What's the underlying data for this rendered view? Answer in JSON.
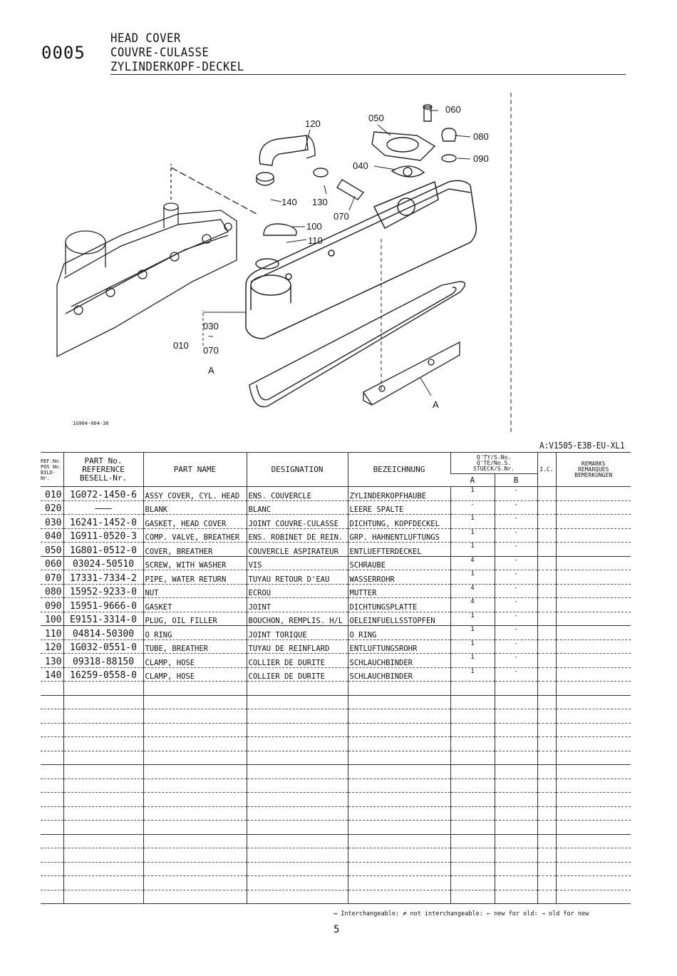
{
  "header": {
    "code": "0005",
    "title_en": "HEAD COVER",
    "title_fr": "COUVRE-CULASSE",
    "title_de": "ZYLINDERKOPF-DECKEL"
  },
  "diagram": {
    "callouts": [
      "120",
      "050",
      "060",
      "080",
      "090",
      "040",
      "140",
      "130",
      "070",
      "100",
      "110",
      "030",
      "~",
      "070",
      "A",
      "010",
      "A"
    ],
    "figure_id": "1G904-004-30"
  },
  "model": "A:V1505-E3B-EU-XL1",
  "table": {
    "headers": {
      "ref": [
        "REF.No.",
        "POS No.",
        "BILD-Nr."
      ],
      "part_no": [
        "PART No.",
        "REFERENCE",
        "BESELL-Nr."
      ],
      "part_name": "PART NAME",
      "designation": "DESIGNATION",
      "bezeichnung": "BEZEICHNUNG",
      "qty": [
        "Q'TY/S.No.",
        "Q'TE/No.S.",
        "STUECK/S.Nr."
      ],
      "qty_a": "A",
      "qty_b": "B",
      "ic": "I.C.",
      "remarks": [
        "REMARKS",
        "REMARQUES",
        "BEMERKUNGEN"
      ]
    },
    "rows": [
      {
        "ref": "010",
        "part_no": "1G072-1450-6",
        "name": "ASSY COVER, CYL. HEAD",
        "des": "ENS. COUVERCLE",
        "bez": "ZYLINDERKOPFHAUBE",
        "a": "1",
        "b": "-"
      },
      {
        "ref": "020",
        "part_no": "———",
        "name": "BLANK",
        "des": "BLANC",
        "bez": "LEERE SPALTE",
        "a": "-",
        "b": "-"
      },
      {
        "ref": "030",
        "part_no": "16241-1452-0",
        "name": "GASKET, HEAD COVER",
        "des": "JOINT COUVRE-CULASSE",
        "bez": "DICHTUNG, KOPFDECKEL",
        "a": "1",
        "b": "-"
      },
      {
        "ref": "040",
        "part_no": "1G911-0520-3",
        "name": "COMP. VALVE, BREATHER",
        "des": "ENS. ROBINET DE REIN.",
        "bez": "GRP. HAHNENTLUFTUNGS",
        "a": "1",
        "b": "-"
      },
      {
        "ref": "050",
        "part_no": "1G801-0512-0",
        "name": "COVER, BREATHER",
        "des": "COUVERCLE ASPIRATEUR",
        "bez": "ENTLUEFTERDECKEL",
        "a": "1",
        "b": "-"
      },
      {
        "ref": "060",
        "part_no": "03024-50510",
        "name": "SCREW, WITH WASHER",
        "des": "VIS",
        "bez": "SCHRAUBE",
        "a": "4",
        "b": "-"
      },
      {
        "ref": "070",
        "part_no": "17331-7334-2",
        "name": "PIPE, WATER RETURN",
        "des": "TUYAU RETOUR D'EAU",
        "bez": "WASSERROHR",
        "a": "1",
        "b": "-"
      },
      {
        "ref": "080",
        "part_no": "15952-9233-0",
        "name": "NUT",
        "des": "ECROU",
        "bez": "MUTTER",
        "a": "4",
        "b": "-"
      },
      {
        "ref": "090",
        "part_no": "15951-9666-0",
        "name": "GASKET",
        "des": "JOINT",
        "bez": "DICHTUNGSPLATTE",
        "a": "4",
        "b": "-"
      },
      {
        "ref": "100",
        "part_no": "E9151-3314-0",
        "name": "PLUG, OIL FILLER",
        "des": "BOUCHON, REMPLIS. H/L",
        "bez": "OELEINFUELLSSTOPFEN",
        "a": "1",
        "b": "-"
      },
      {
        "ref": "110",
        "part_no": "04814-50300",
        "name": "O RING",
        "des": "JOINT TORIQUE",
        "bez": "O RING",
        "a": "1",
        "b": "-"
      },
      {
        "ref": "120",
        "part_no": "1G032-0551-0",
        "name": "TUBE, BREATHER",
        "des": "TUYAU DE REINFLARD",
        "bez": "ENTLUFTUNGSROHR",
        "a": "1",
        "b": "-"
      },
      {
        "ref": "130",
        "part_no": "09318-88150",
        "name": "CLAMP, HOSE",
        "des": "COLLIER DE DURITE",
        "bez": "SCHLAUCHBINDER",
        "a": "1",
        "b": "-"
      },
      {
        "ref": "140",
        "part_no": "16259-0558-0",
        "name": "CLAMP, HOSE",
        "des": "COLLIER DE DURITE",
        "bez": "SCHLAUCHBINDER",
        "a": "1",
        "b": "-"
      }
    ]
  },
  "legend": "↔ Interchangeable: ≠ not interchangeable: ← new for old: → old for new",
  "page_number": "5"
}
